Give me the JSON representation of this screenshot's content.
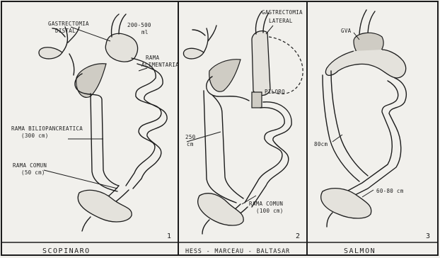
{
  "panels": [
    {
      "number": "1",
      "caption": "SCOPINARO",
      "labels": {
        "gastrectomy": [
          "GASTRECTOMIA",
          "DISTAL"
        ],
        "volume": [
          "200-500",
          "ml"
        ],
        "alimentary": [
          "RAMA",
          "ALIMENTARIA"
        ],
        "biliopancreatic": [
          "RAMA BILIOPANCREATICA",
          "(300 cm)"
        ],
        "common": [
          "RAMA COMUN",
          "(50 cm)"
        ]
      }
    },
    {
      "number": "2",
      "caption": "HESS - MARCEAU - BALTASAR",
      "labels": {
        "gastrectomy": [
          "GASTRECTOMIA",
          "LATERAL"
        ],
        "pylorus": "PILORO",
        "length": [
          "250",
          "cm"
        ],
        "common": [
          "RAMA COMUN",
          "(100 cm)"
        ]
      }
    },
    {
      "number": "3",
      "caption": "SALMON",
      "labels": {
        "gva": "GVA",
        "length": "80cm",
        "common": "60-80 cm"
      }
    }
  ]
}
